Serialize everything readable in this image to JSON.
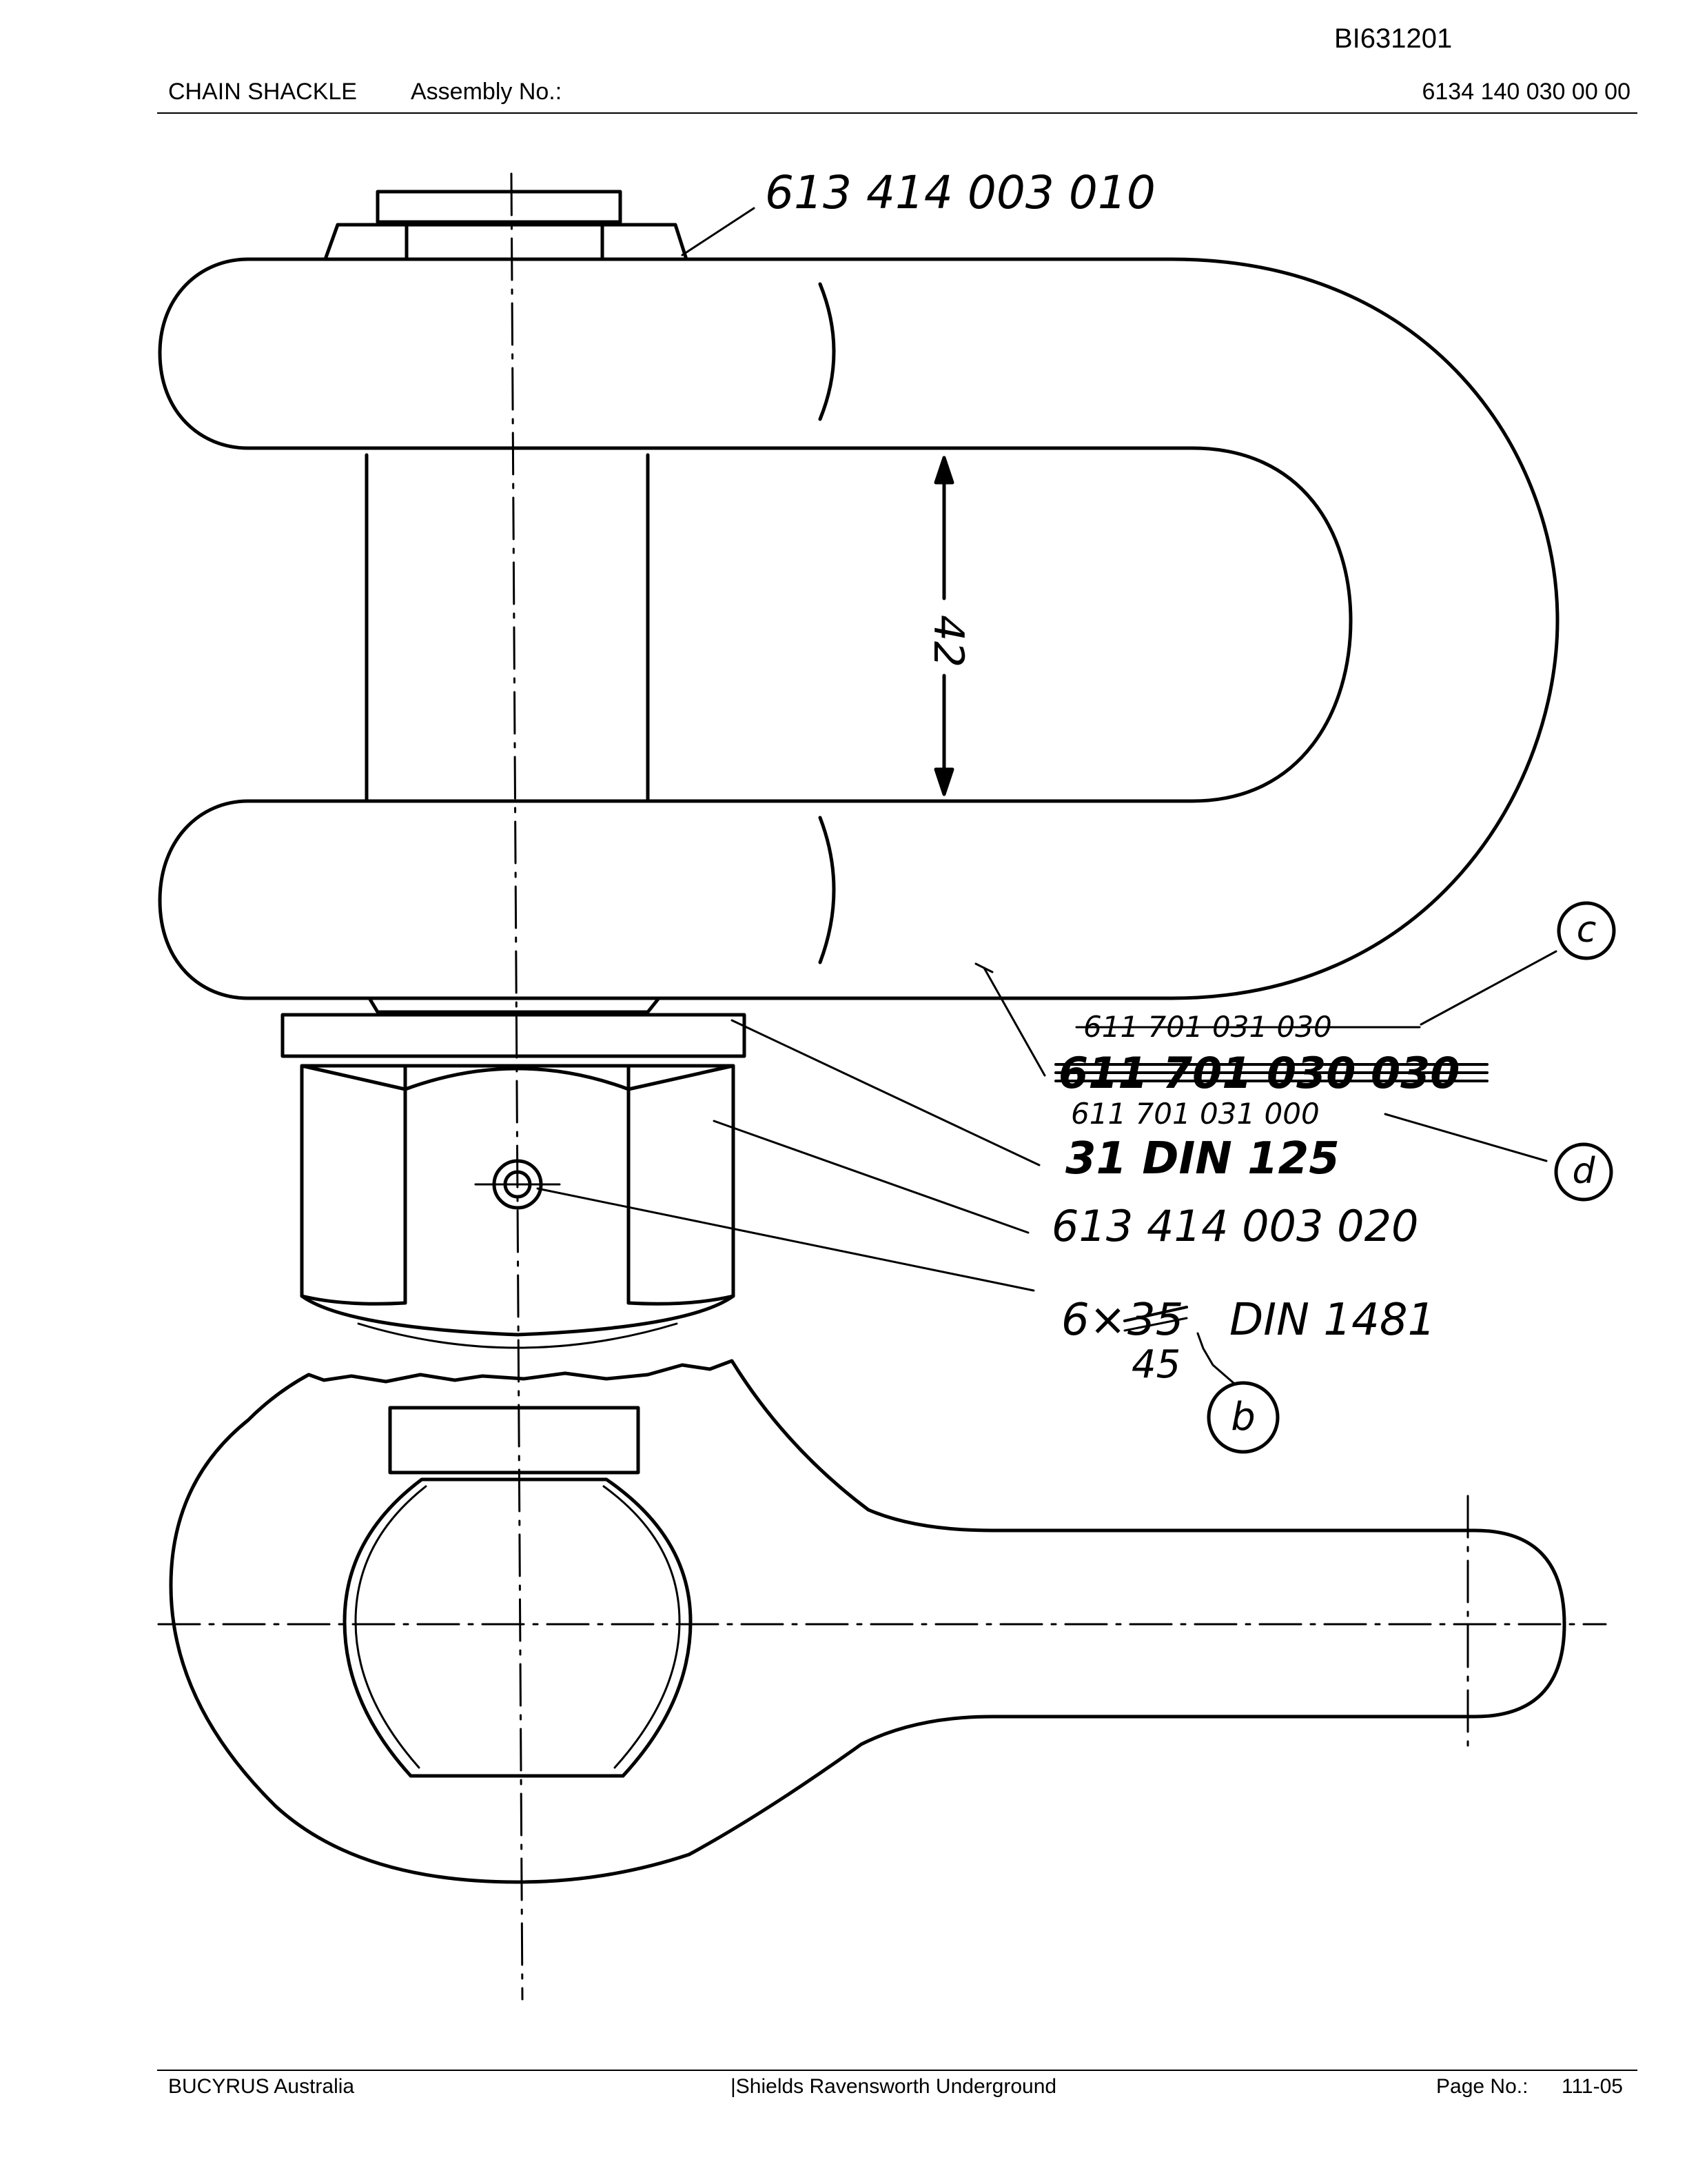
{
  "header": {
    "doc_id": "BI631201",
    "title": "CHAIN SHACKLE",
    "assembly_label": "Assembly No.:",
    "assembly_number": "6134 140 030 00 00"
  },
  "drawing": {
    "dimension_42": "42",
    "callouts": {
      "top_nut": "613 414 003 010",
      "strike_1": "611 701 031 030",
      "strike_2": "611 701 030 030",
      "body": "611 701 031 000",
      "washer": "31 DIN 125",
      "nut": "613 414 003 020",
      "pin_prefix": "6×",
      "pin_old_len": "35",
      "pin_std": "DIN 1481",
      "pin_new_len": "45"
    },
    "markers": {
      "c": "c",
      "d": "d",
      "b": "b"
    }
  },
  "footer": {
    "company": "BUCYRUS Australia",
    "site": "|Shields Ravensworth Underground",
    "page_label": "Page No.:",
    "page_number": "111-05"
  }
}
